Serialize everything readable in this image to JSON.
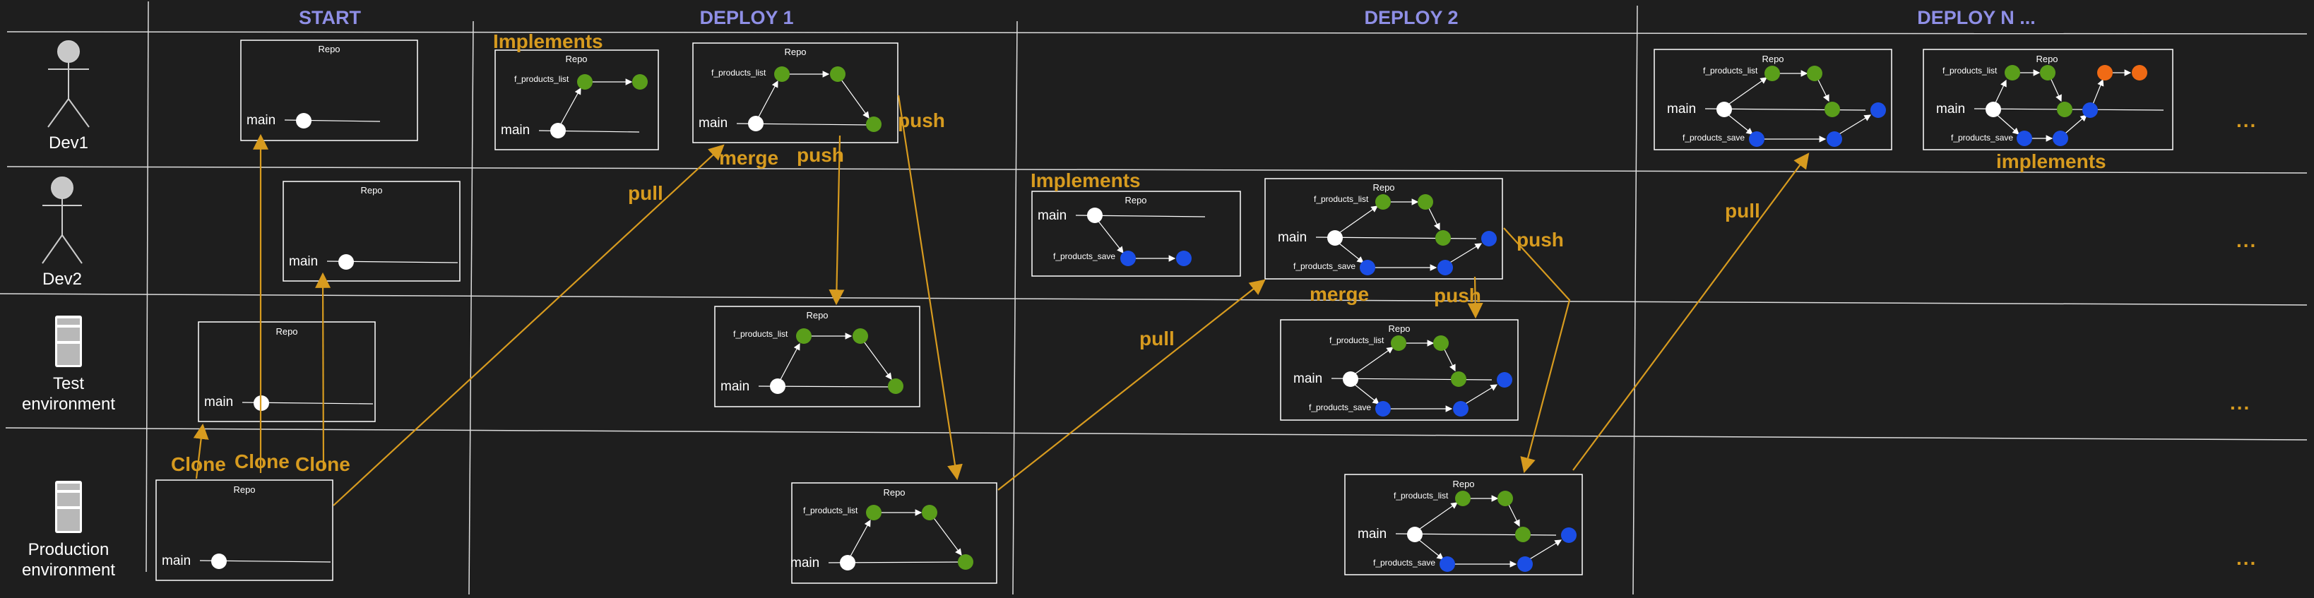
{
  "columns": {
    "start": "START",
    "deploy1": "DEPLOY 1",
    "deploy2": "DEPLOY 2",
    "deployn": "DEPLOY N ..."
  },
  "lanes": {
    "dev1": "Dev1",
    "dev2": "Dev2",
    "test_line1": "Test",
    "test_line2": "environment",
    "prod_line1": "Production",
    "prod_line2": "environment"
  },
  "repo": {
    "title": "Repo",
    "main": "main",
    "f_list": "f_products_list",
    "f_save": "f_products_save"
  },
  "annotations": {
    "clone": "Clone",
    "implements": "Implements",
    "implements_lower": "implements",
    "merge": "merge",
    "push": "push",
    "pull": "pull",
    "ellipsis": "..."
  },
  "colors": {
    "background": "#1e1e1e",
    "heading": "#8f8fe6",
    "annotation": "#d79b1f",
    "commit_main": "#ffffff",
    "commit_list": "#5a9e1a",
    "commit_save": "#1b4ee6",
    "commit_n": "#f06a14"
  }
}
